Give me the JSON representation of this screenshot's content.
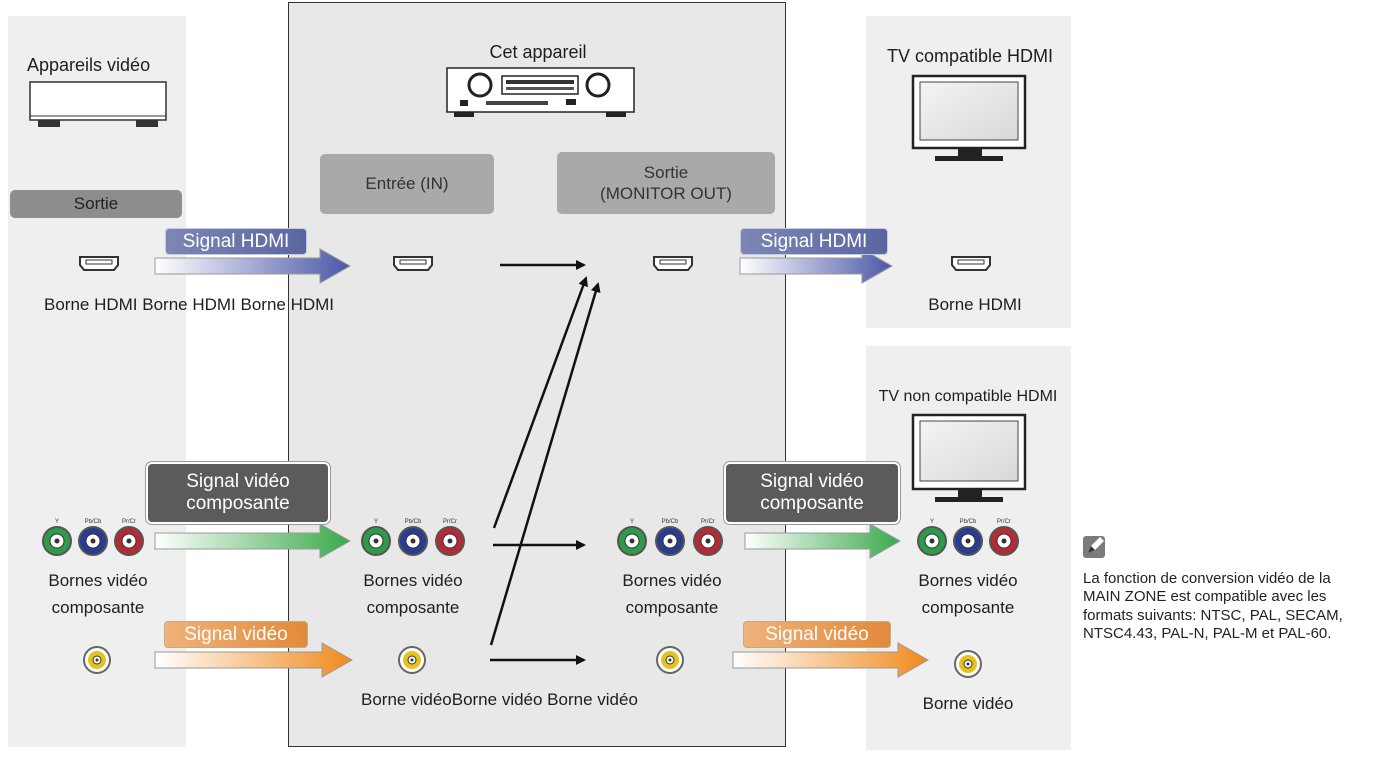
{
  "panels": {
    "source_title": "Appareils vidéo",
    "device_title": "Cet appareil",
    "tv_hdmi_title": "TV compatible HDMI",
    "tv_nonhdmi_title": "TV non compatible HDMI"
  },
  "section_labels": {
    "source_out": "Sortie",
    "device_in": "Entrée (IN)",
    "device_out_line1": "Sortie",
    "device_out_line2": "(MONITOR OUT)"
  },
  "signals": {
    "hdmi": "Signal HDMI",
    "component_line1": "Signal vidéo",
    "component_line2": "composante",
    "video": "Signal vidéo"
  },
  "terminals": {
    "hdmi_row_label": "Borne HDMI Borne HDMI Borne HDMI",
    "hdmi_tv": "Borne HDMI",
    "component_line1": "Bornes vidéo",
    "component_line2": "composante",
    "video_row_label": "Borne vidéoBorne vidéo Borne vidéo",
    "video_tv": "Borne vidéo"
  },
  "jack_labels": {
    "y": "Y",
    "pb": "Pb/Cb",
    "pr": "Pr/Cr"
  },
  "note": {
    "icon": "pencil-note-icon",
    "line1": "La fonction de conversion vidéo de la",
    "line2": "MAIN ZONE est compatible avec les",
    "line3": "formats suivants: NTSC, PAL, SECAM,",
    "line4": "NTSC4.43, PAL-N, PAL-M et PAL-60."
  },
  "colors": {
    "jack_y": "#2e9a4a",
    "jack_pb": "#2a3c8f",
    "jack_pr": "#b52a35",
    "jack_video": "#e6c21e",
    "arrow_hdmi": "#4b57a8",
    "arrow_component": "#3aaa4a",
    "arrow_video": "#f08a1e"
  }
}
